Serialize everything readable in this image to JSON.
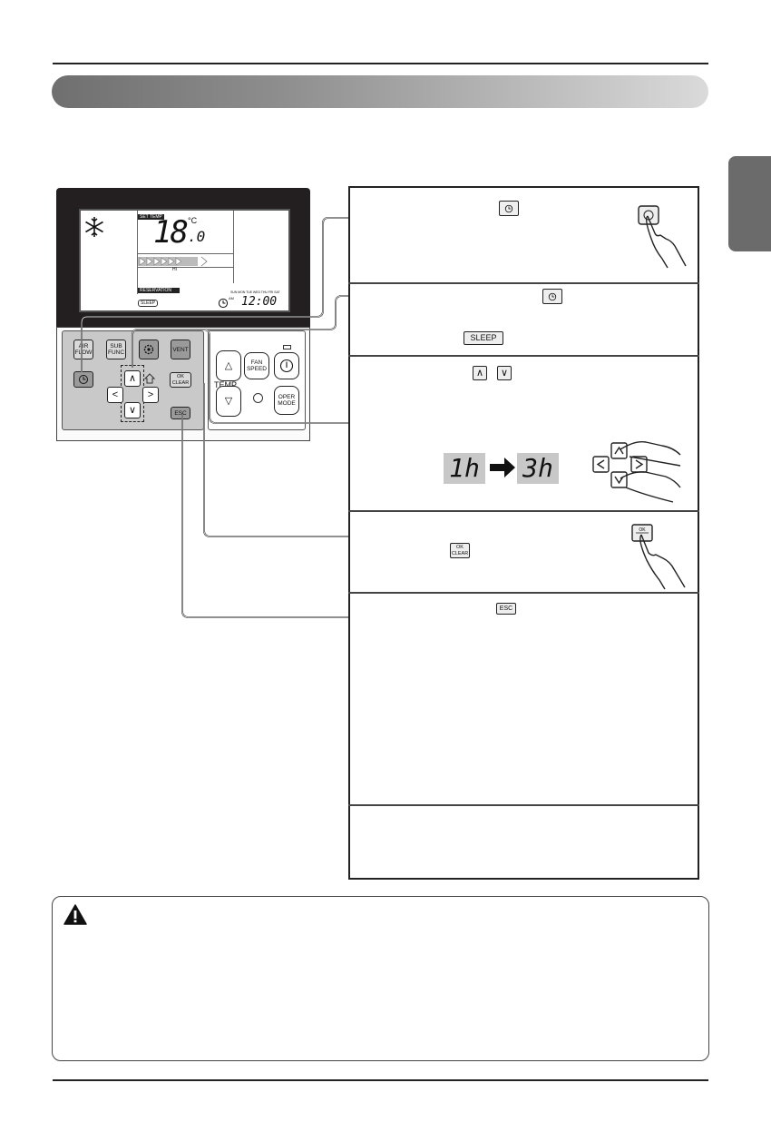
{
  "remote": {
    "lcd": {
      "set_temp_tag": "SET TEMP",
      "temperature": "18",
      "temperature_decimal": ".0",
      "temperature_unit": "°C",
      "fan_level": "HI",
      "reservation_tag": "RESERVATION",
      "sleep_tag": "SLEEP",
      "days": "SUN MON TUE WED THU FRI SAT",
      "am_label": "AM",
      "clock": "12:00"
    },
    "keys": {
      "air_flow": "AIR FLOW",
      "sub_func": "SUB FUNC",
      "vent": "VENT",
      "ok_clear": "OK CLEAR",
      "esc": "ESC",
      "fan_speed": "FAN SPEED",
      "oper_mode": "OPER MODE",
      "temp": "TEMP"
    }
  },
  "steps": {
    "sleep_key": "SLEEP",
    "ok_clear_key": "OK CLEAR",
    "esc_key": "ESC",
    "display_from": "1h",
    "display_to": "3h"
  },
  "icons": {
    "caution": "warning-triangle-icon",
    "timer": "clock-icon"
  }
}
